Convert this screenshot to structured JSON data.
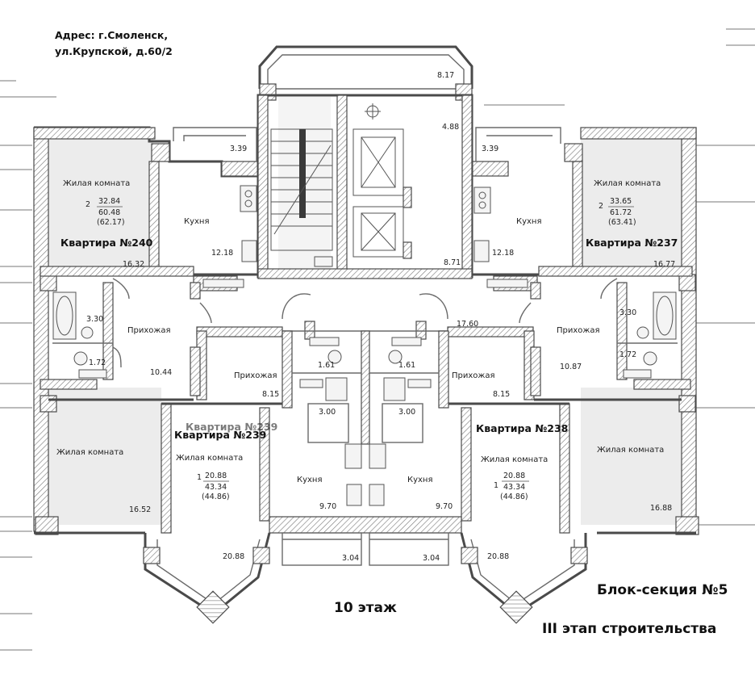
{
  "address": {
    "line1": "Адрес: г.Смоленск,",
    "line2": "ул.Крупской, д.60/2"
  },
  "captions": {
    "floor": "10 этаж",
    "section": "Блок-секция №5",
    "stage": "III этап строительства"
  },
  "apartments": {
    "a240": "Квартира №240",
    "a237": "Квартира №237",
    "a239": "Квартира №239",
    "a238": "Квартира №238",
    "a239_ghost": "Квартира №239"
  },
  "room_names": {
    "living": "Жилая комната",
    "kitchen": "Кухня",
    "hall": "Прихожая"
  },
  "summaries": {
    "a240": {
      "rooms": "2",
      "living": "32.84",
      "total": "60.48",
      "with_balcony": "(62.17)"
    },
    "a237": {
      "rooms": "2",
      "living": "33.65",
      "total": "61.72",
      "with_balcony": "(63.41)"
    },
    "a239": {
      "rooms": "1",
      "living": "20.88",
      "total": "43.34",
      "with_balcony": "(44.86)"
    },
    "a238": {
      "rooms": "1",
      "living": "20.88",
      "total": "43.34",
      "with_balcony": "(44.86)"
    }
  },
  "areas": {
    "balc_top_l": "3.39",
    "balc_top_r": "3.39",
    "lobby_top": "8.17",
    "lift_hall": "4.88",
    "corridor_top": "8.71",
    "corridor": "17.60",
    "k240": "12.18",
    "l240a": "16.32",
    "bath240": "3.30",
    "wc240": "1.72",
    "hall240": "10.44",
    "l240b": "16.52",
    "k237": "12.18",
    "l237a": "16.77",
    "bath237": "3.30",
    "wc237": "1.72",
    "hall237": "10.87",
    "l237b": "16.88",
    "hall239": "8.15",
    "wc239": "1.61",
    "bath239": "3.00",
    "k239": "9.70",
    "l239": "20.88",
    "balc239": "3.04",
    "hall238": "8.15",
    "wc238": "1.61",
    "bath238": "3.00",
    "k238": "9.70",
    "l238": "20.88",
    "balc238": "3.04"
  }
}
